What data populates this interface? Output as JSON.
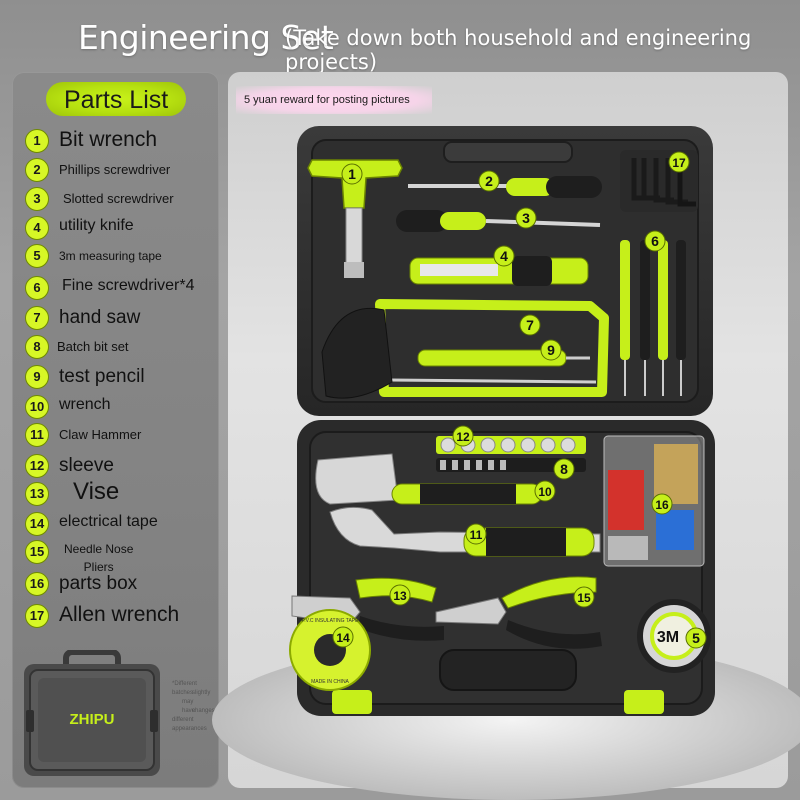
{
  "title": "Engineering Set",
  "subtitle": "(Take down both household and engineering projects)",
  "reward": "5 yuan reward for posting pictures",
  "parts_list": {
    "heading": "Parts List",
    "items": [
      {
        "num": "1",
        "label": "Bit wrench"
      },
      {
        "num": "2",
        "label": "Phillips screwdriver"
      },
      {
        "num": "3",
        "label": "Slotted screwdriver"
      },
      {
        "num": "4",
        "label": "utility knife"
      },
      {
        "num": "5",
        "label": "3m measuring tape"
      },
      {
        "num": "6",
        "label": "Fine screwdriver*4"
      },
      {
        "num": "7",
        "label": "hand saw"
      },
      {
        "num": "8",
        "label": "Batch bit set"
      },
      {
        "num": "9",
        "label": "test pencil"
      },
      {
        "num": "10",
        "label": "wrench"
      },
      {
        "num": "11",
        "label": "Claw Hammer"
      },
      {
        "num": "12",
        "label": "sleeve"
      },
      {
        "num": "13",
        "label": "Vise"
      },
      {
        "num": "14",
        "label": "electrical tape"
      },
      {
        "num": "15",
        "label": "Needle Nose\nPliers"
      },
      {
        "num": "16",
        "label": "parts box"
      },
      {
        "num": "17",
        "label": "Allen wrench"
      }
    ]
  },
  "case_thumbnail": {
    "brand": "ZHIPU",
    "note": [
      "*Different",
      "batches",
      "may",
      "have",
      "slightly",
      "different",
      "changes",
      "appearances"
    ]
  },
  "product": {
    "tape_label": "3M",
    "electrical_tape_label": "P.V.C INSULATING TAPE",
    "made_in": "MADE IN CHINA",
    "markers": [
      "1",
      "2",
      "3",
      "4",
      "5",
      "6",
      "7",
      "8",
      "9",
      "10",
      "11",
      "12",
      "13",
      "14",
      "15",
      "16",
      "17"
    ]
  },
  "colors": {
    "accent_green": "#c6ef1a",
    "case_black": "#2a2a2a",
    "panel_gray": "#858585",
    "text_white": "#ffffff"
  }
}
